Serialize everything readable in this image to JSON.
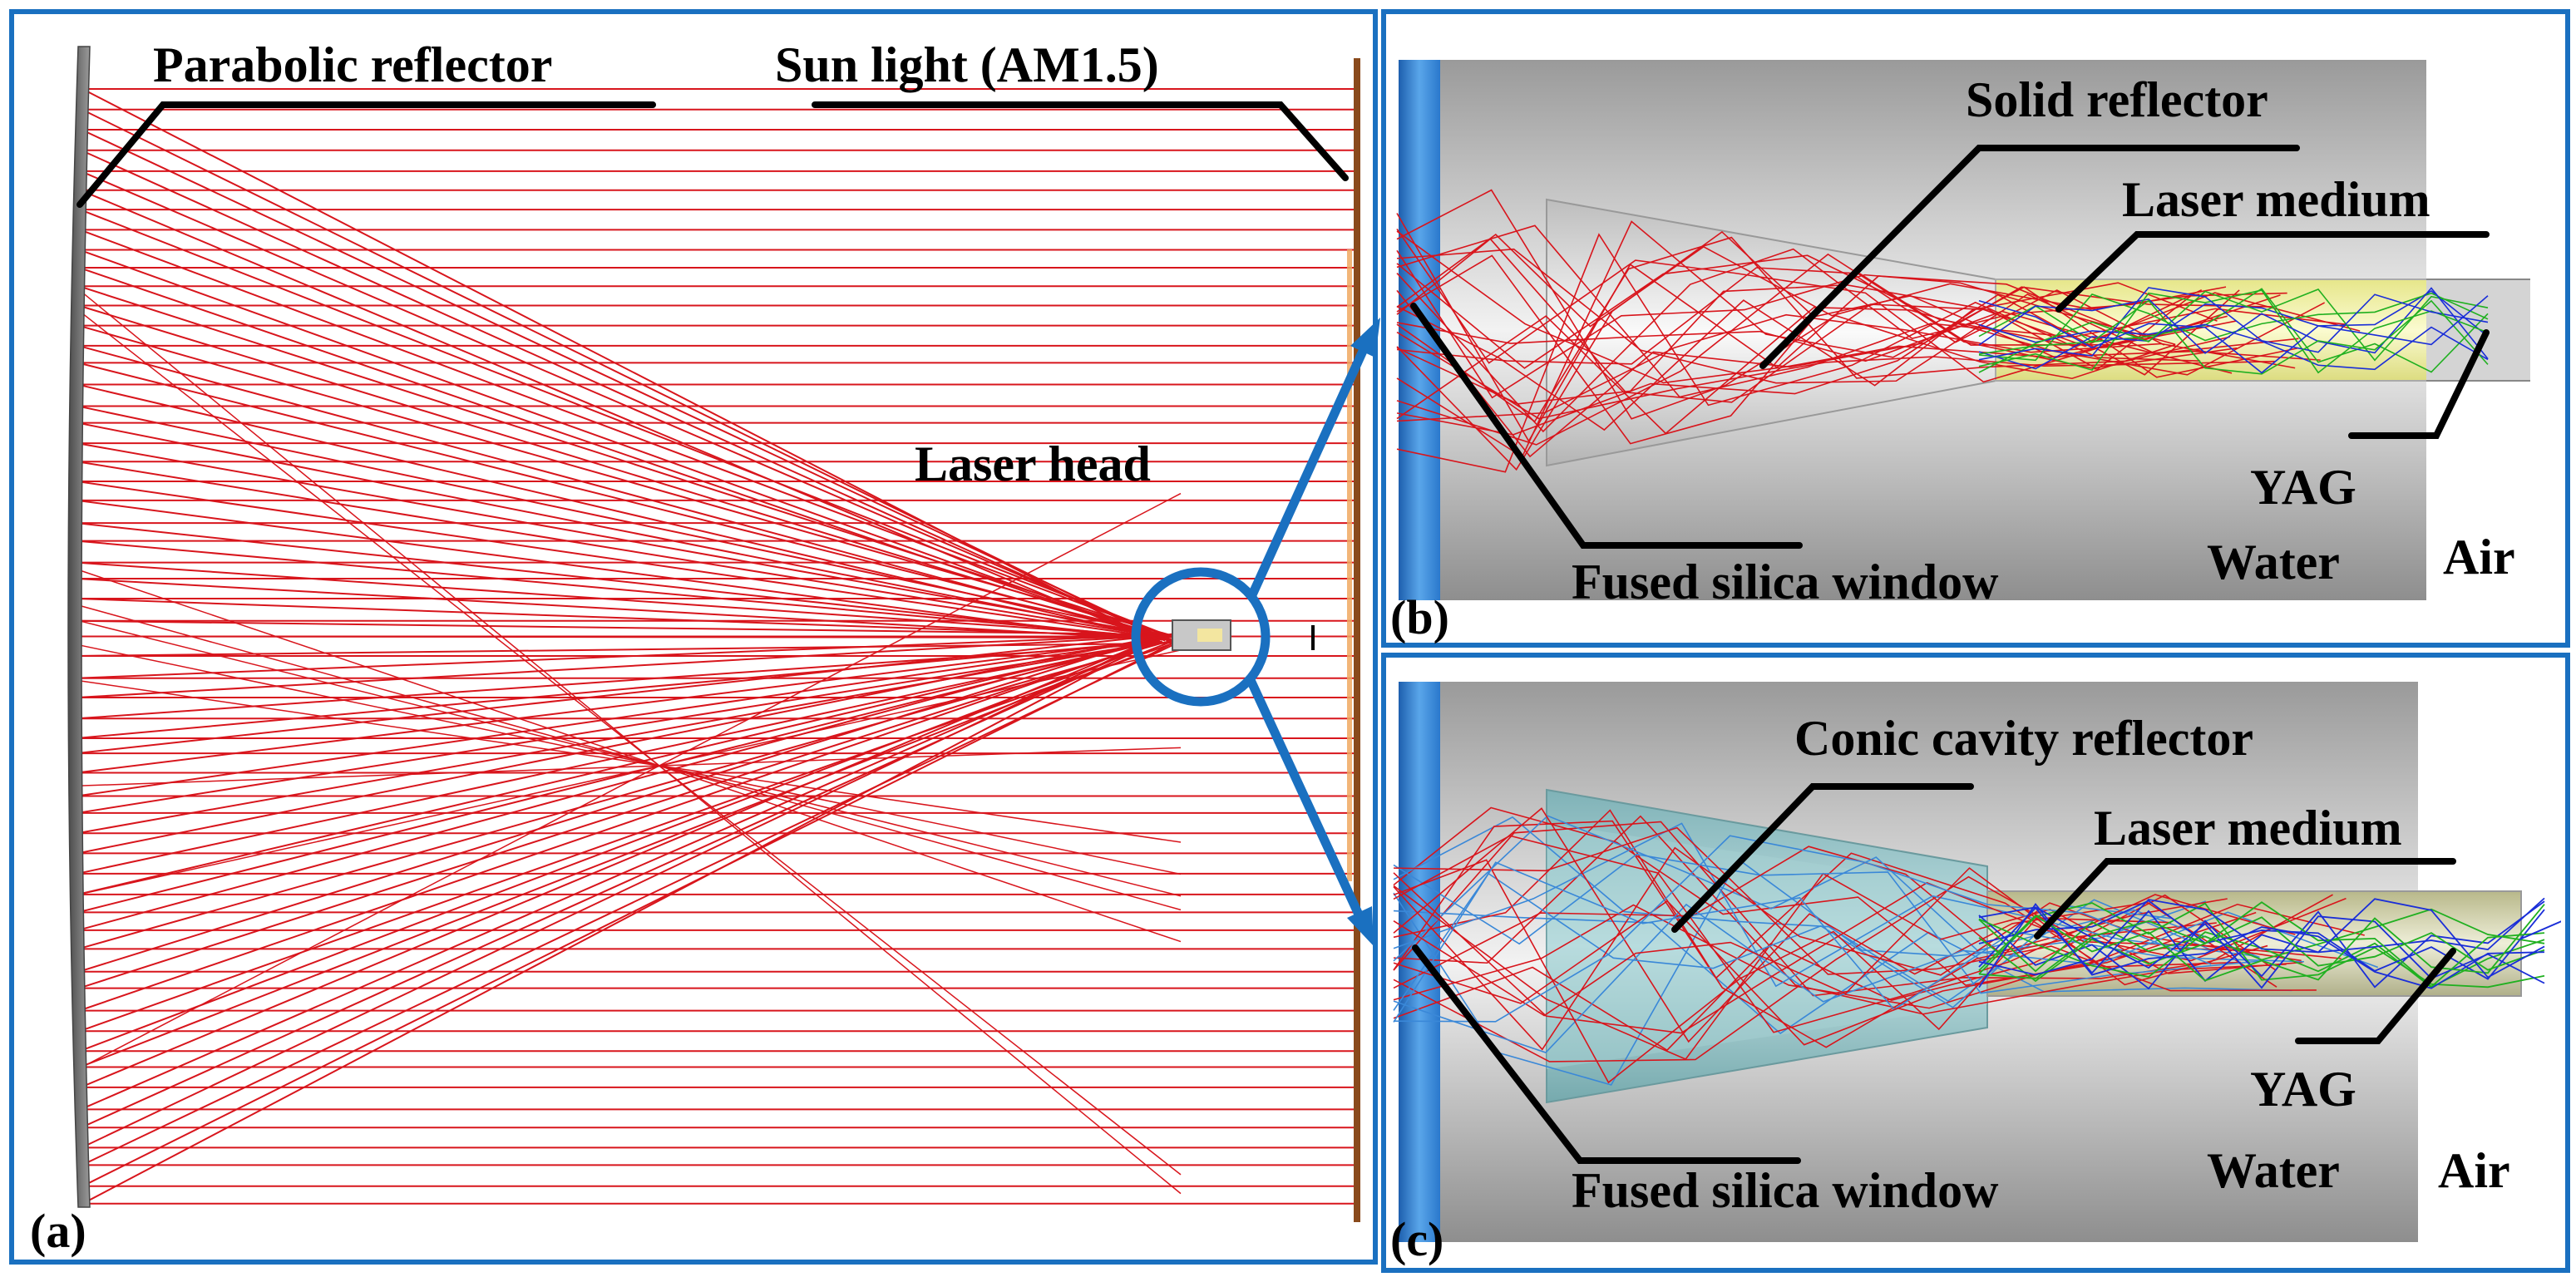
{
  "panel_a": {
    "tag": "(a)",
    "labels": {
      "parabolic_reflector": "Parabolic reflector",
      "sun_light": "Sun light (AM1.5)",
      "laser_head": "Laser head"
    }
  },
  "panel_b": {
    "tag": "(b)",
    "labels": {
      "solid_reflector": "Solid reflector",
      "laser_medium": "Laser medium",
      "yag": "YAG",
      "fused_silica_window": "Fused silica window",
      "water": "Water",
      "air": "Air"
    }
  },
  "panel_c": {
    "tag": "(c)",
    "labels": {
      "conic_cavity_reflector": "Conic cavity reflector",
      "laser_medium": "Laser medium",
      "yag": "YAG",
      "fused_silica_window": "Fused silica window",
      "water": "Water",
      "air": "Air"
    }
  },
  "colors": {
    "frame_blue": "#1a70c0",
    "ray_red": "#d8151c",
    "ray_blue": "#1a2ed8",
    "ray_green": "#20b020",
    "sun_plane": "#8a4a1c",
    "mirror_gray": "#6e6e6e",
    "yag_yellow": "#efef9a",
    "cone_teal": "#8fc3c7"
  }
}
